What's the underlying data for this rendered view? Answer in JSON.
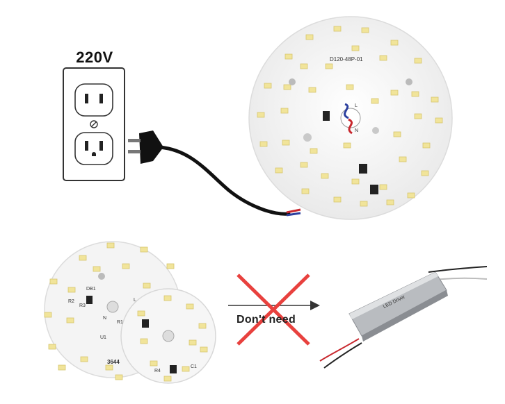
{
  "outlet": {
    "voltage_label": "220V"
  },
  "main_board": {
    "model_text": "D120-48P-01",
    "line_mark": "L",
    "neutral_mark": "N"
  },
  "small_board": {
    "code_text": "3644",
    "designators": [
      "DB1",
      "R1",
      "U1",
      "R2",
      "R3",
      "R4",
      "C1",
      "L",
      "N"
    ]
  },
  "driver": {
    "label_text": "LED Driver"
  },
  "notice": {
    "text": "Don't need"
  },
  "colors": {
    "pcb_white": "#f4f4f4",
    "led_yellow": "#f1e49a",
    "cross_red": "#e8413e",
    "cord_black": "#111111",
    "wire_red": "#c8282e",
    "wire_blue": "#2b3f9e"
  }
}
